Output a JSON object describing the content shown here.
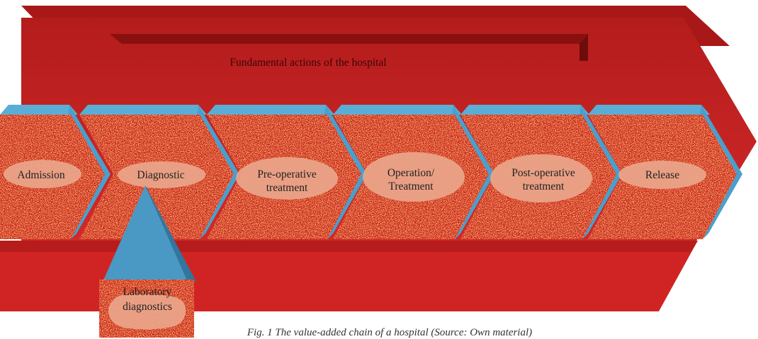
{
  "banner": {
    "title": "Fundamental actions of the hospital"
  },
  "chain": [
    {
      "id": "admission",
      "label": "Admission"
    },
    {
      "id": "diagnostic",
      "label": "Diagnostic"
    },
    {
      "id": "pre-operative",
      "label": "Pre-operative\ntreatment"
    },
    {
      "id": "operation",
      "label": "Operation/\nTreatment"
    },
    {
      "id": "post-operative",
      "label": "Post-operative\ntreatment"
    },
    {
      "id": "release",
      "label": "Release"
    }
  ],
  "branch": {
    "label": "Laboratory\ndiagnostics"
  },
  "caption": "Fig. 1 The value-added chain of a hospital (Source: Own material)",
  "colors": {
    "red": "#cc2222",
    "dark_red": "#8a1010",
    "blue": "#4aa0cc",
    "blob": "#eaa58a",
    "text": "#222222"
  }
}
